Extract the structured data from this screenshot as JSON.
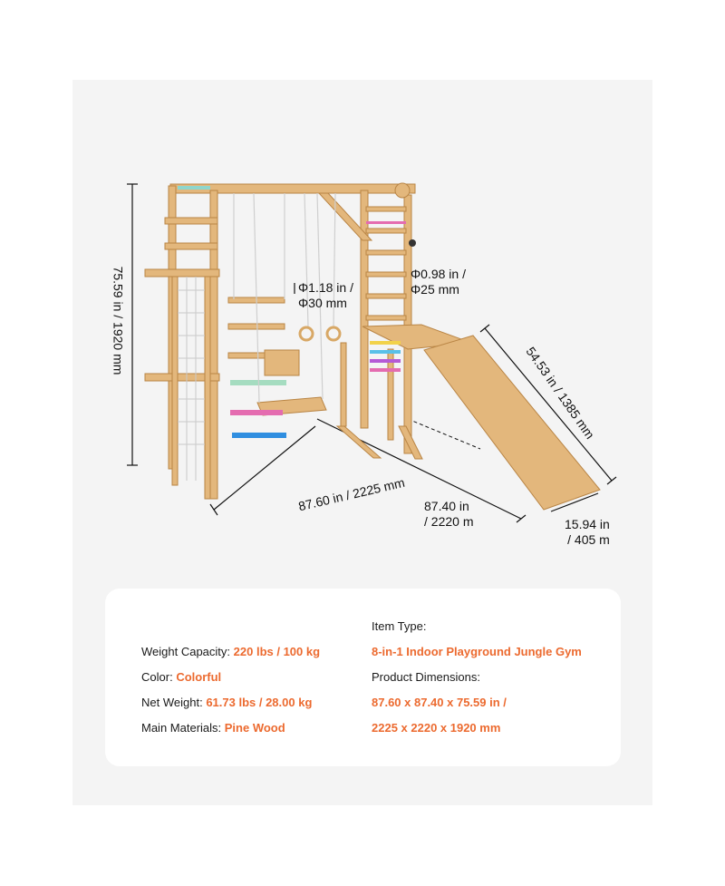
{
  "colors": {
    "accent": "#ec6a2f",
    "wood": "#e3b77c",
    "panel_bg": "#f4f4f4"
  },
  "dimensions": {
    "height": "75.59 in / 1920 mm",
    "ring_diameter_line1": "Φ1.18 in /",
    "ring_diameter_line2": "Φ30 mm",
    "ladder_diameter_line1": "Φ0.98 in /",
    "ladder_diameter_line2": "Φ25 mm",
    "slide_length": "54.53 in / 1385 mm",
    "width": "87.60 in / 2225 mm",
    "depth_line1": "87.40 in",
    "depth_line2": "/ 2220 m",
    "slide_width_line1": "15.94 in",
    "slide_width_line2": "/ 405 m"
  },
  "specs": {
    "weight_capacity_label": "Weight Capacity:",
    "weight_capacity_value": "220 lbs / 100 kg",
    "color_label": "Color:",
    "color_value": "Colorful",
    "net_weight_label": "Net Weight:",
    "net_weight_value": "61.73 lbs / 28.00 kg",
    "main_materials_label": "Main Materials:",
    "main_materials_value": "Pine Wood",
    "item_type_label": "Item Type:",
    "item_type_value": "8-in-1 Indoor Playground Jungle Gym",
    "product_dimensions_label": "Product Dimensions:",
    "product_dimensions_line1": "87.60 x 87.40 x 75.59 in /",
    "product_dimensions_line2": "2225 x 2220 x 1920 mm"
  }
}
